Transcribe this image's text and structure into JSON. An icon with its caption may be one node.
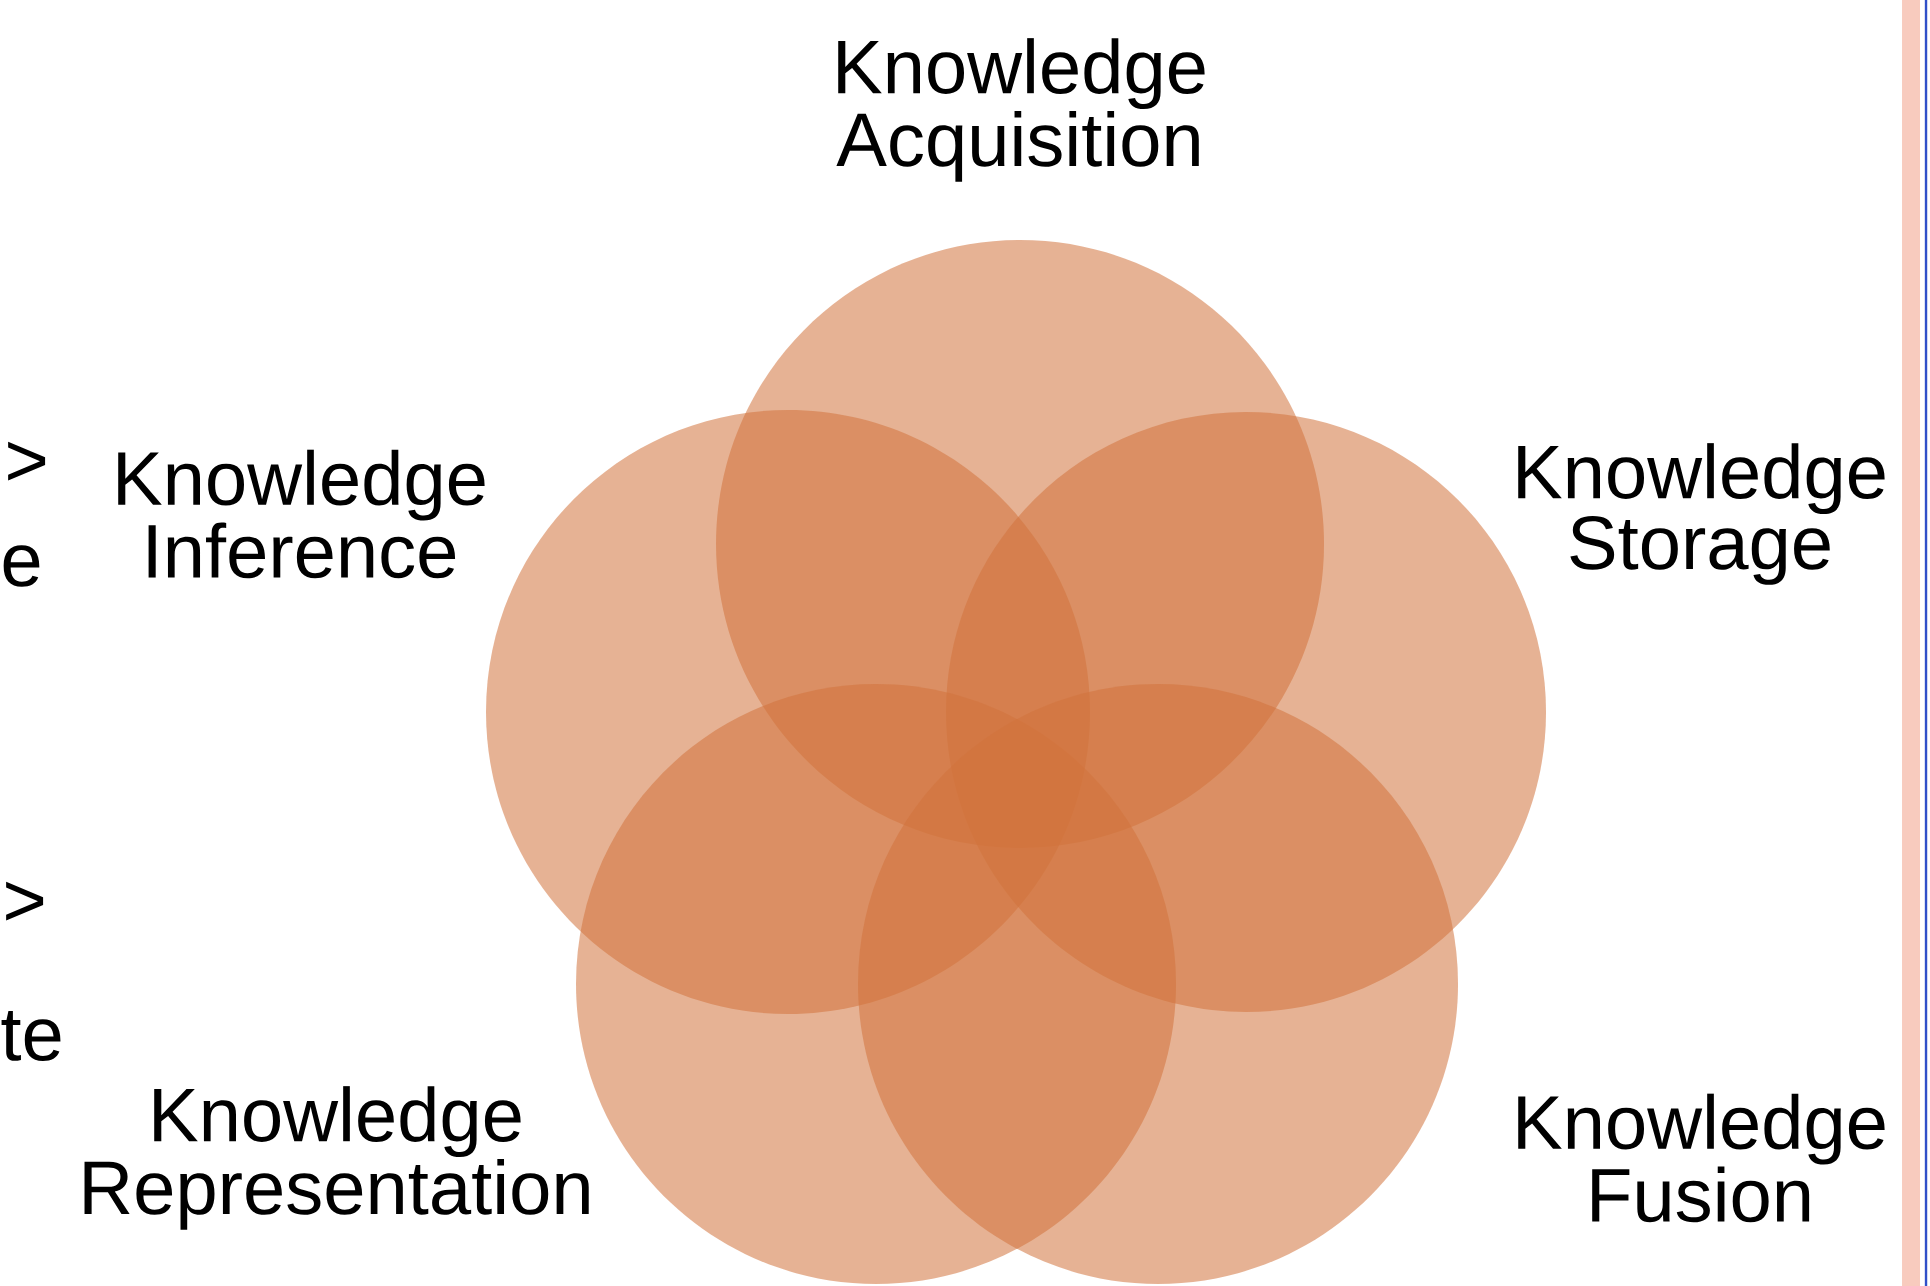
{
  "diagram": {
    "nodes": [
      {
        "text": [
          "Knowledge Acquisition"
        ]
      },
      {
        "text": [
          "Knowledge Inference"
        ]
      },
      {
        "text": [
          "Knowledge Storage"
        ]
      },
      {
        "text": [
          "Knowledge Representation"
        ]
      },
      {
        "text": [
          "Knowledge Fusion"
        ]
      }
    ],
    "labels": [
      ">",
      "e",
      ">",
      "te"
    ]
  }
}
